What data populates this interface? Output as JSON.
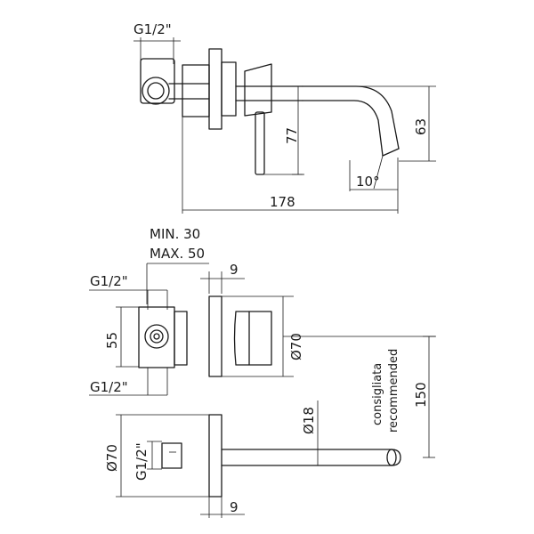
{
  "drawing": {
    "side_view": {
      "thread": "G1/2\"",
      "height_77": "77",
      "height_63": "63",
      "angle": "10°",
      "length_178": "178"
    },
    "mid_view": {
      "min_depth": "MIN. 30",
      "max_depth": "MAX. 50",
      "plate_thickness": "9",
      "thread_top": "G1/2\"",
      "width_55": "55",
      "thread_bottom": "G1/2\"",
      "plate_diameter": "Ø70",
      "note_it": "consigliata",
      "note_en": "recommended",
      "height_150": "150"
    },
    "bottom_view": {
      "plate_diameter": "Ø70",
      "thread": "G1/2\"",
      "spout_diameter": "Ø18",
      "plate_thickness": "9"
    }
  }
}
